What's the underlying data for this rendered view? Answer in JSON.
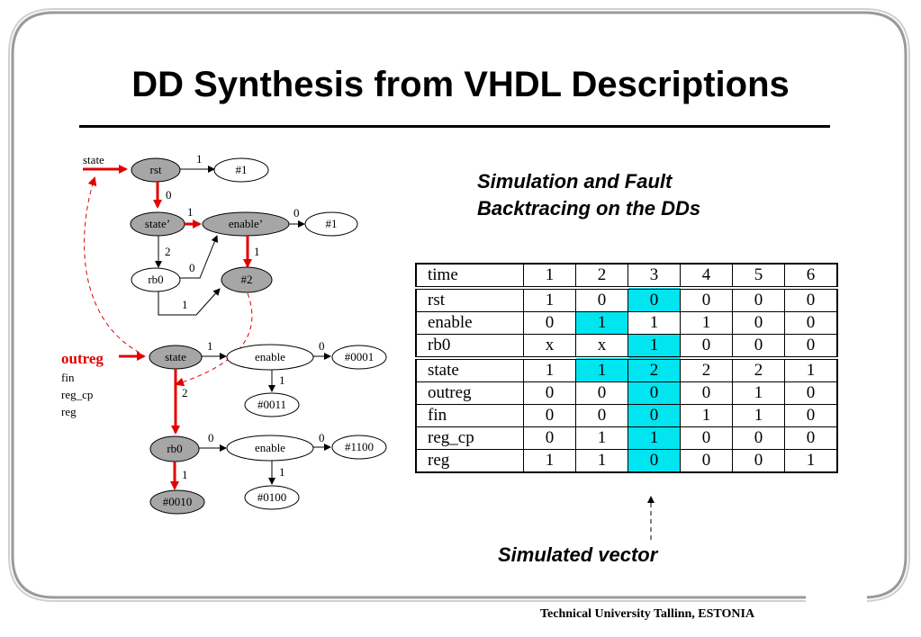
{
  "title": "DD Synthesis from VHDL Descriptions",
  "subtitle_line1": "Simulation and Fault",
  "subtitle_line2": "Backtracing on the DDs",
  "simulated_vector_label": "Simulated vector",
  "footer": "Technical University Tallinn, ESTONIA",
  "colors": {
    "highlight": "#00e5f0",
    "path": "#e00000",
    "node_fill": "#a6a6a6"
  },
  "diagram": {
    "top": {
      "input_label": "state",
      "nodes": {
        "rst": "rst",
        "term1a": "#1",
        "state_p": "state’",
        "enable_p": "enable’",
        "term1b": "#1",
        "rb0": "rb0",
        "term2": "#2"
      },
      "edges": {
        "rst_1": "1",
        "rst_0": "0",
        "state_1": "1",
        "enable_0": "0",
        "state_2": "2",
        "enable_1": "1",
        "rb0_0": "0",
        "rb0_1": "1"
      }
    },
    "bottom": {
      "output_label": "outreg",
      "variables": [
        "fin",
        "reg_cp",
        "reg"
      ],
      "nodes": {
        "state": "state",
        "enable1": "enable",
        "t0001": "#0001",
        "t0011": "#0011",
        "rb0": "rb0",
        "enable2": "enable",
        "t1100": "#1100",
        "t0100": "#0100",
        "t0010": "#0010"
      },
      "edges": {
        "state_1": "1",
        "enable1_0": "0",
        "enable1_1": "1",
        "state_2": "2",
        "rb0_0": "0",
        "enable2_0": "0",
        "enable2_1": "1",
        "rb0_1": "1"
      }
    }
  },
  "table": {
    "header": [
      "time",
      "1",
      "2",
      "3",
      "4",
      "5",
      "6"
    ],
    "groups": [
      [
        {
          "label": "rst",
          "values": [
            "1",
            "0",
            "0",
            "0",
            "0",
            "0"
          ],
          "highlight": [
            3
          ]
        },
        {
          "label": "enable",
          "values": [
            "0",
            "1",
            "1",
            "1",
            "0",
            "0"
          ],
          "highlight": [
            2
          ]
        },
        {
          "label": "rb0",
          "values": [
            "x",
            "x",
            "1",
            "0",
            "0",
            "0"
          ],
          "highlight": [
            3
          ]
        }
      ],
      [
        {
          "label": "state",
          "values": [
            "1",
            "1",
            "2",
            "2",
            "2",
            "1"
          ],
          "highlight": [
            2,
            3
          ]
        },
        {
          "label": "outreg",
          "values": [
            "0",
            "0",
            "0",
            "0",
            "1",
            "0"
          ],
          "highlight": [
            3
          ]
        },
        {
          "label": "fin",
          "values": [
            "0",
            "0",
            "0",
            "1",
            "1",
            "0"
          ],
          "highlight": [
            3
          ]
        },
        {
          "label": "reg_cp",
          "values": [
            "0",
            "1",
            "1",
            "0",
            "0",
            "0"
          ],
          "highlight": [
            3
          ]
        },
        {
          "label": "reg",
          "values": [
            "1",
            "1",
            "0",
            "0",
            "0",
            "1"
          ],
          "highlight": [
            3
          ]
        }
      ]
    ]
  }
}
